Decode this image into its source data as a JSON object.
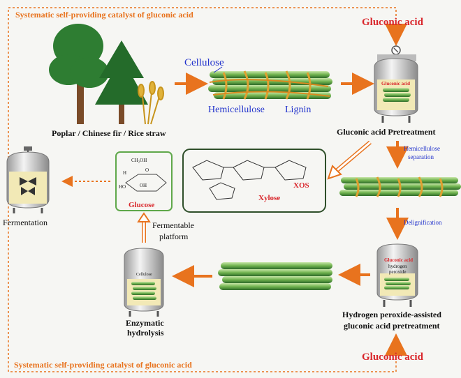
{
  "title_top": "Systematic self-providing catalyst of gluconic acid",
  "title_bottom": "Systematic self-providing catalyst of gluconic acid",
  "gluconic_acid_top": "Gluconic acid",
  "gluconic_acid_bottom": "Gluconic acid",
  "feedstock_label": "Poplar / Chinese fir / Rice straw",
  "cellulose_label": "Cellulose",
  "hemicellulose_label": "Hemicellulose",
  "lignin_label": "Lignin",
  "reactor1_tag": "Gluconic acid",
  "reactor1_caption": "Gluconic acid Pretreatment",
  "hemi_sep_line1": "Hemicellulose",
  "hemi_sep_line2": "separation",
  "delignification": "Delignification",
  "reactor2_tag_line1": "Gluconic acid",
  "reactor2_tag_line2": "hydrogen",
  "reactor2_tag_line3": "peroxide",
  "reactor2_caption_line1": "Hydrogen peroxide-assisted",
  "reactor2_caption_line2": "gluconic acid pretreatment",
  "xylose_label": "Xylose",
  "xos_label": "XOS",
  "glucose_label": "Glucose",
  "glucose_struct": {
    "ch2oh": "CH₂OH",
    "h": "H",
    "oh": "OH",
    "o": "O",
    "ho": "HO"
  },
  "fermentable_line1": "Fermentable",
  "fermentable_line2": "platform",
  "reactor3_tag": "Cellulose",
  "reactor3_caption_line1": "Enzymatic",
  "reactor3_caption_line2": "hydrolysis",
  "fermentation_label": "Fermentation",
  "colors": {
    "orange": "#e8731e",
    "red": "#d9262b",
    "blue": "#2233cc",
    "green": "#5fa84a",
    "dark_green": "#2f6b2a"
  }
}
